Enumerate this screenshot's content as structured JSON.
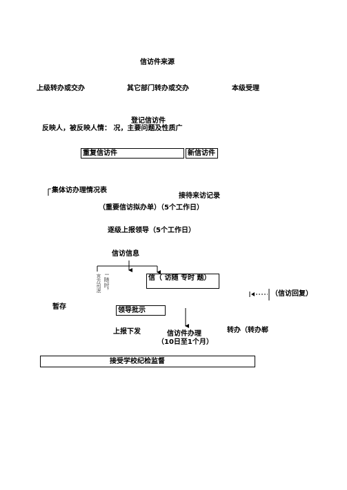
{
  "nodes": {
    "source": "信访件来源",
    "upper": "上级转办或交办",
    "other_dept": "其它部门转办或交办",
    "local": "本级受理",
    "register": "登记信访件",
    "reflect": "反映人，被反映人情：  况，主要问题及性质广",
    "repeat": "重复信访件",
    "new": "新信访件",
    "collective": "集体访办理情况表",
    "reception": "接待来访记录",
    "important": "（重要信访拟办单）（5个工作日）",
    "report_up": "逐级上报领导（5个工作日）",
    "info": "信访信息",
    "small_left": "言方司泯",
    "small_mid": "l 随时，",
    "visit_box": "信（ 访随 专时 题）",
    "reply": "（信访回复）",
    "temp": "暂存",
    "leader": "领导批示",
    "report_down": "上报下发",
    "handle": "信访件办理",
    "handle_time": "（10日至1个月）",
    "transfer": "转办（转办郸",
    "supervise": "接受学校纪检监督"
  }
}
